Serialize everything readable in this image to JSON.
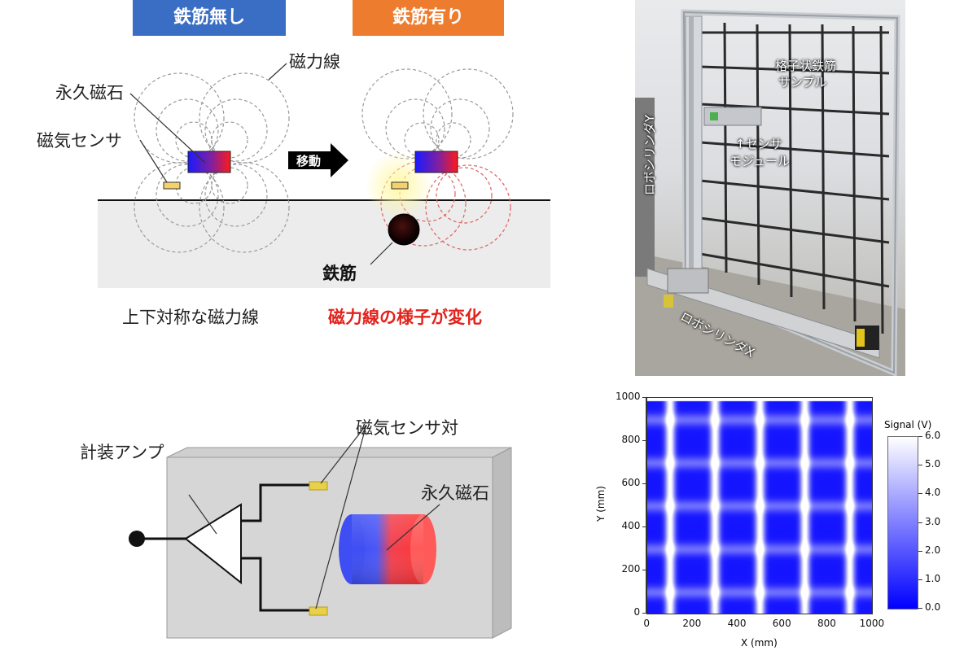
{
  "top_left": {
    "no_rebar_header": "鉄筋無し",
    "rebar_header": "鉄筋有り",
    "field_lines_label": "磁力線",
    "magnet_label": "永久磁石",
    "sensor_label": "磁気センサ",
    "move_label": "移動",
    "rebar_label": "鉄筋",
    "caption_symmetric": "上下対称な磁力線",
    "caption_changed": "磁力線の様子が変化",
    "colors": {
      "blue_header": "#3a6dc4",
      "orange_header": "#ee7c2f",
      "caption_red": "#e3221c"
    }
  },
  "photo": {
    "sample_label_1": "格子状鉄筋",
    "sample_label_2": "サンプル",
    "sensor_module_1": "↑センサ",
    "sensor_module_2": "モジュール",
    "cylinder_y": "ロボシリンダY",
    "cylinder_x": "ロボシリンダX"
  },
  "bottom_left": {
    "amp_label": "計装アンプ",
    "sensor_pair_label": "磁気センサ対",
    "magnet_label": "永久磁石"
  },
  "chart_data": {
    "type": "heatmap",
    "title": "",
    "xlabel": "X (mm)",
    "ylabel": "Y (mm)",
    "xlim": [
      0,
      1000
    ],
    "ylim": [
      0,
      1000
    ],
    "x_ticks": [
      "0",
      "200",
      "400",
      "600",
      "800",
      "1000"
    ],
    "y_ticks": [
      "0",
      "200",
      "400",
      "600",
      "800",
      "1000"
    ],
    "colorbar_label": "Signal (V)",
    "colorbar_ticks": [
      "6.0",
      "5.0",
      "4.0",
      "3.0",
      "2.0",
      "1.0",
      "0.0"
    ],
    "colorbar_range": [
      0.0,
      6.0
    ],
    "colormap": [
      "#0000ff",
      "#ffffff"
    ],
    "grid_period_x_mm": 200,
    "grid_period_y_mm": 200,
    "first_line_x_mm": 100,
    "first_line_y_mm": 100
  }
}
